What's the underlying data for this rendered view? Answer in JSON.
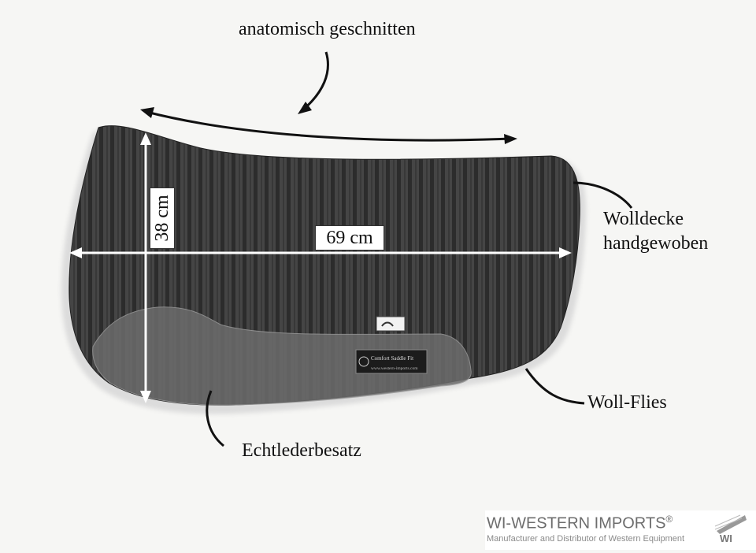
{
  "labels": {
    "top": "anatomisch geschnitten",
    "wool_blanket_line1": "Wolldecke",
    "wool_blanket_line2": "handgewoben",
    "wool_fleece": "Woll-Flies",
    "leather_trim": "Echtlederbesatz"
  },
  "dimensions": {
    "height": "38 cm",
    "width": "69 cm"
  },
  "pad_tag": {
    "line1": "Comfort Saddle Fit",
    "line2": "www.western-imports.com"
  },
  "footer": {
    "brand": "WI-WESTERN IMPORTS",
    "brand_suffix": "®",
    "tagline": "Manufacturer and Distributor of Western Equipment",
    "logo_text": "WI"
  },
  "colors": {
    "pad": "#3a3a3a",
    "stripe": "#2a2a2a",
    "leather": "#6e6e6e",
    "fleece": "#d8d8d8"
  }
}
